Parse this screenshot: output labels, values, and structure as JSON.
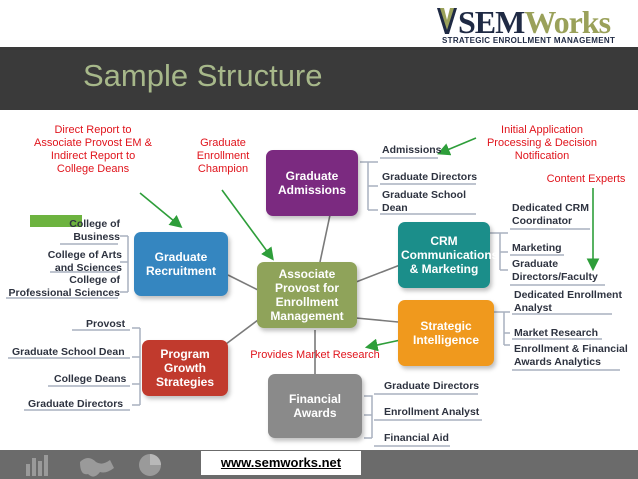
{
  "header": {
    "logo": {
      "brand_main": "SEM",
      "brand_accent": "Works",
      "tagline": "STRATEGIC ENROLLMENT MANAGEMENT"
    },
    "title": "Sample Structure"
  },
  "colors": {
    "purple": "#7b2a80",
    "teal": "#1b8e8a",
    "blue": "#3586c0",
    "green": "#8fa35a",
    "orange": "#f0991d",
    "red": "#c13a2d",
    "gray": "#8a8a8a",
    "annotation": "#e0141c"
  },
  "center": {
    "label": "Associate Provost for Enrollment Management"
  },
  "hubs": {
    "graduate_admissions": {
      "label": "Graduate Admissions",
      "leaves": [
        "Admissions",
        "Graduate Directors",
        "Graduate School Dean"
      ]
    },
    "crm": {
      "label": "CRM Communications & Marketing",
      "leaves": [
        "Dedicated CRM Coordinator",
        "Marketing",
        "Graduate Directors/Faculty"
      ]
    },
    "strategic": {
      "label": "Strategic Intelligence",
      "leaves": [
        "Dedicated Enrollment Analyst",
        "Market Research",
        "Enrollment & Financial Awards Analytics"
      ]
    },
    "financial": {
      "label": "Financial Awards",
      "leaves": [
        "Graduate Directors",
        "Enrollment Analyst",
        "Financial Aid"
      ]
    },
    "program": {
      "label": "Program Growth Strategies",
      "leaves": [
        "Provost",
        "Graduate School Dean",
        "College Deans",
        "Graduate Directors"
      ]
    },
    "recruitment": {
      "label": "Graduate Recruitment",
      "leaves": [
        "College of Business",
        "College of Arts and Sciences",
        "College of Professional Sciences"
      ]
    }
  },
  "annotations": {
    "direct_report": "Direct Report to Associate Provost EM & Indirect Report to College Deans",
    "champion": "Graduate Enrollment Champion",
    "initial_app": "Initial Application Processing & Decision Notification",
    "content_experts": "Content Experts",
    "market_research": "Provides Market Research"
  },
  "footer": {
    "url": "www.semworks.net"
  }
}
